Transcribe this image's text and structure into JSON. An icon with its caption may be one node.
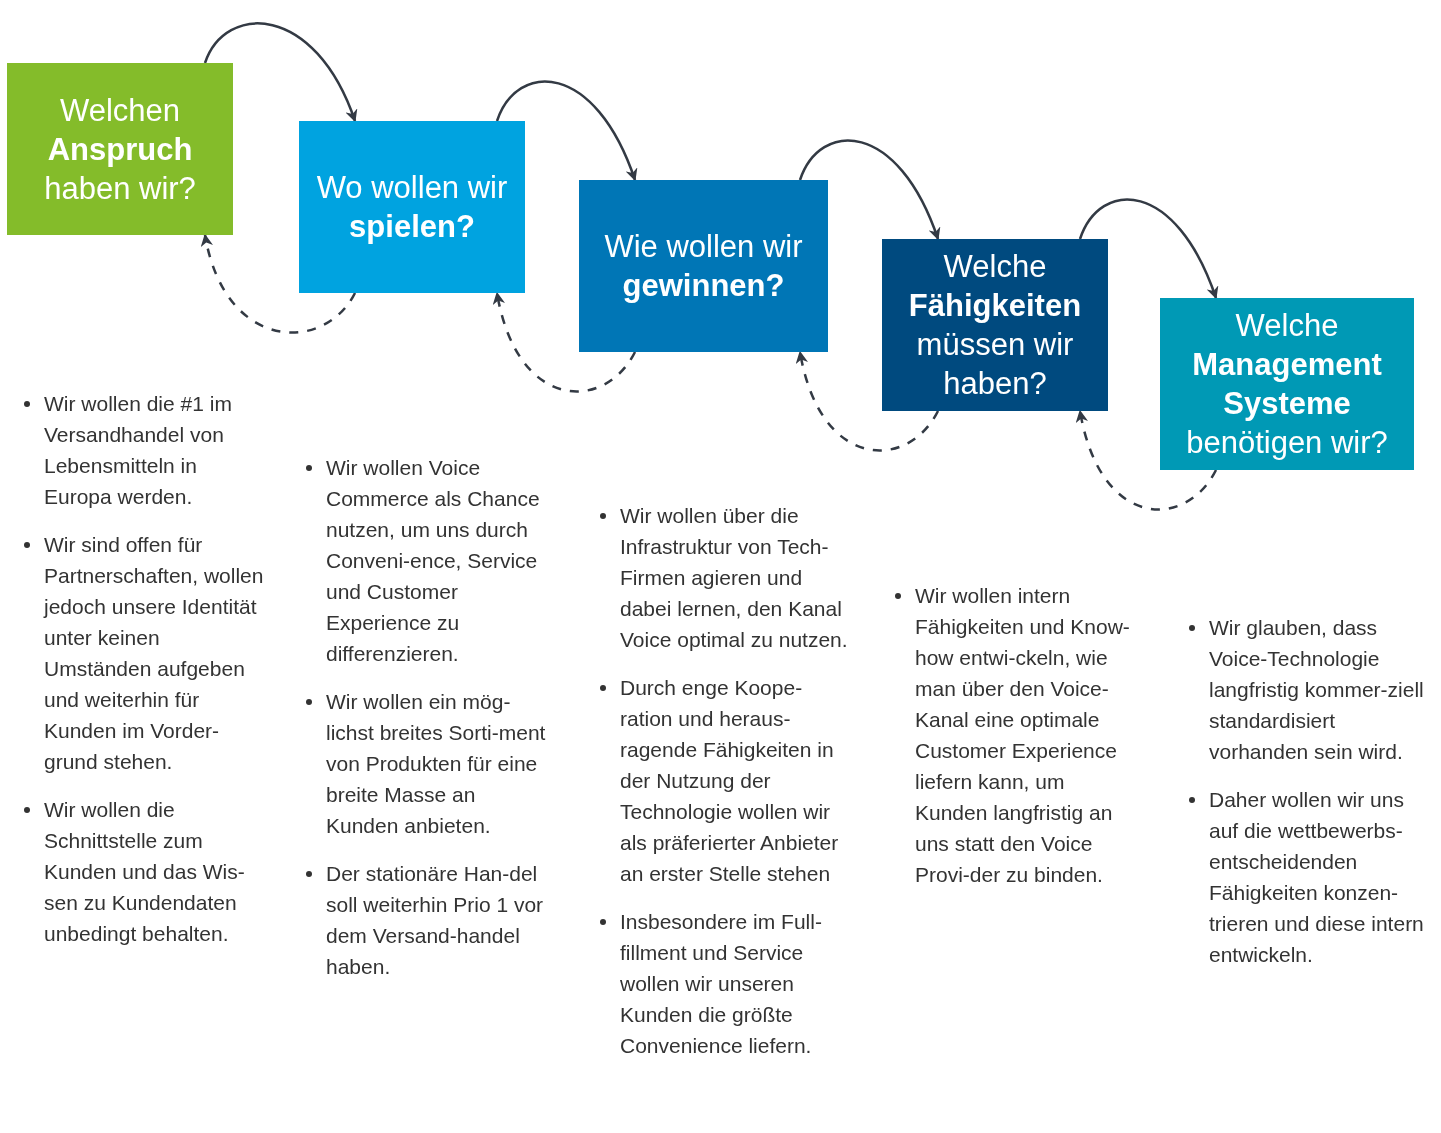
{
  "diagram": {
    "nodes": [
      {
        "text": [
          "Welchen **Anspruch** haben wir?"
        ]
      },
      {
        "text": [
          "Wo wollen wir **spielen?**"
        ]
      },
      {
        "text": [
          "Wie wollen wir **gewinnen?**"
        ]
      },
      {
        "text": [
          "Welche **Fähigkeiten** müssen wir haben?"
        ]
      },
      {
        "text": [
          "Welche **Management Systeme** benötigen wir?"
        ]
      }
    ],
    "edges": [
      {
        "from": 0,
        "to": 1,
        "arrow": "to"
      },
      {
        "from": 1,
        "to": 0,
        "arrow": "to",
        "style": "dashed"
      },
      {
        "from": 1,
        "to": 2,
        "arrow": "to"
      },
      {
        "from": 2,
        "to": 1,
        "arrow": "to",
        "style": "dashed"
      },
      {
        "from": 2,
        "to": 3,
        "arrow": "to"
      },
      {
        "from": 3,
        "to": 2,
        "arrow": "to",
        "style": "dashed"
      },
      {
        "from": 3,
        "to": 4,
        "arrow": "to"
      },
      {
        "from": 4,
        "to": 3,
        "arrow": "to",
        "style": "dashed"
      }
    ],
    "labels": [
      "Wir wollen die #1 im Versandhandel von Lebensmitteln in Europa werden.",
      "Wir sind offen für Partnerschaften, wollen jedoch unsere Identität unter keinen Umständen aufgeben und weiterhin für Kunden im Vorder-grund stehen.",
      "Wir wollen die Schnittstelle zum Kunden und das Wis-sen zu Kundendaten unbedingt behalten.",
      "Wir wollen Voice Commerce als Chance nutzen, um uns durch Conveni-ence, Service und Customer Experience zu differenzieren.",
      "Wir wollen ein mög-lichst breites Sorti-ment von Produkten für eine breite Masse an Kunden anbieten.",
      "Der stationäre Han-del soll weiterhin Prio 1 vor dem Versand-handel haben.",
      "Wir wollen über die Infrastruktur von Tech-Firmen agieren und dabei lernen, den Kanal Voice optimal zu nutzen.",
      "Durch enge Koope-ration und heraus-ragende Fähigkeiten in der Nutzung der Technologie wollen wir als präferierter Anbieter an erster Stelle stehen",
      "Insbesondere im Full-fillment und Service wollen wir unseren Kunden die größte Convenience liefern.",
      "Wir wollen intern Fähigkeiten und Know-how entwi-ckeln, wie man über den Voice-Kanal eine optimale Customer Experience liefern kann, um Kunden langfristig an uns statt den Voice Provi-der zu binden.",
      "Wir glauben, dass Voice-Technologie langfristig kommer-ziell standardisiert vorhanden sein wird.",
      "Daher wollen wir uns auf die wettbewerbs-entscheidenden Fähigkeiten konzen-trieren und diese intern entwickeln."
    ]
  }
}
